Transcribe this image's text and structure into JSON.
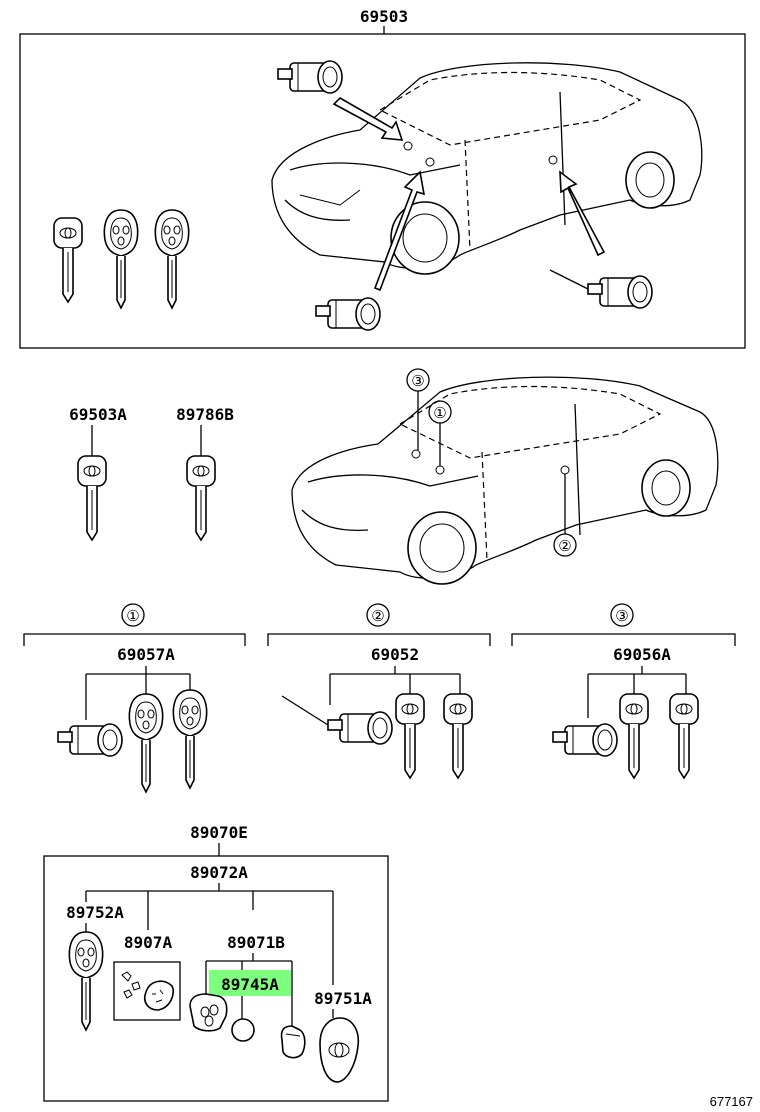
{
  "parts": {
    "p69503": "69503",
    "p69503A": "69503A",
    "p89786B": "89786B",
    "p69057A": "69057A",
    "p69052": "69052",
    "p69056A": "69056A",
    "p89070E": "89070E",
    "p89072A": "89072A",
    "p89752A": "89752A",
    "p8907A": "8907A",
    "p89071B": "89071B",
    "p89745A": "89745A",
    "p89751A": "89751A"
  },
  "callouts": {
    "c1": "①",
    "c2": "②",
    "c3": "③"
  },
  "highlight_color": "#7dff7d",
  "reference_number": "677167",
  "icons": [
    "toyota-key-icon",
    "remote-key-icon",
    "lock-cylinder-icon",
    "car-outline-icon",
    "battery-icon"
  ]
}
